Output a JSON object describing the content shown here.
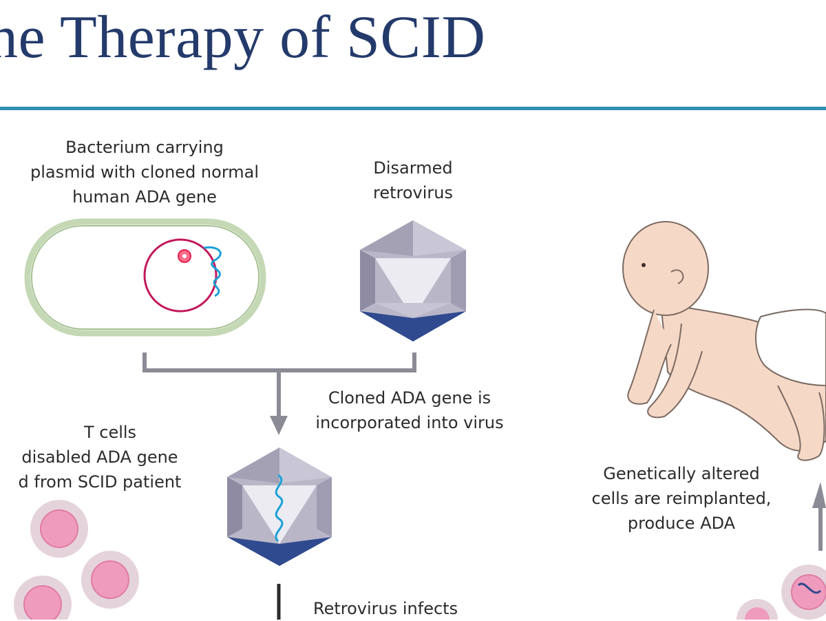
{
  "title": "ne Therapy of SCID",
  "colors": {
    "title": "#233a6b",
    "rule": "#2f8fb0",
    "bacterium_outline": "#bcd2ad",
    "plasmid": "#c2185b",
    "gene": "#1aa0d8",
    "virus_light": "#d9d7e1",
    "virus_dark": "#2f4a8f",
    "cell_outer": "#e7d2dc",
    "cell_nucleus": "#e98fb2",
    "baby_skin": "#f6d8c7"
  },
  "labels": {
    "bacterium": [
      "Bacterium carrying",
      "plasmid with cloned normal",
      "human ADA gene"
    ],
    "retrovirus": [
      "Disarmed",
      "retrovirus"
    ],
    "incorporation": [
      "Cloned ADA gene is",
      "incorporated into virus"
    ],
    "t_cells": [
      "T cells",
      "disabled ADA gene",
      "d from SCID patient"
    ],
    "reimplanted": [
      "Genetically altered",
      "cells are reimplanted,",
      "produce ADA"
    ],
    "infects": [
      "Retrovirus infects"
    ]
  }
}
